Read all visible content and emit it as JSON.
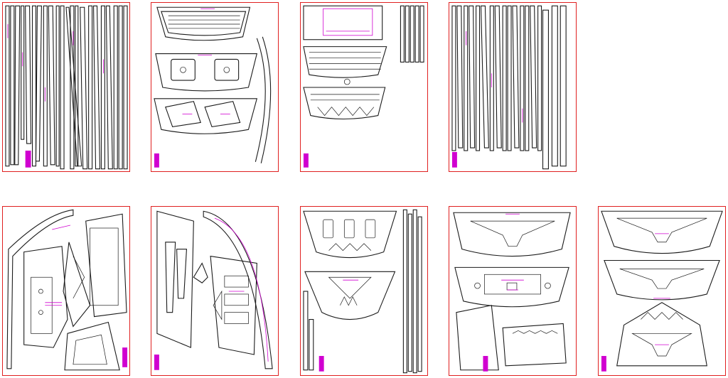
{
  "document": {
    "sheet_count": 9,
    "rows": 2,
    "frame_color": "#e02020",
    "cut_line_color": "#1a1a1a",
    "label_color": "#d000d0",
    "sheets": [
      {
        "id": "sheet-1",
        "row": 1,
        "col": 1,
        "content": "long-strips"
      },
      {
        "id": "sheet-2",
        "row": 1,
        "col": 2,
        "content": "curved-panels-with-slots"
      },
      {
        "id": "sheet-3",
        "row": 1,
        "col": 3,
        "content": "ribbed-panels-and-strips"
      },
      {
        "id": "sheet-4",
        "row": 1,
        "col": 4,
        "content": "long-strips"
      },
      {
        "id": "sheet-5",
        "row": 2,
        "col": 1,
        "content": "side-frames"
      },
      {
        "id": "sheet-6",
        "row": 2,
        "col": 2,
        "content": "side-frames"
      },
      {
        "id": "sheet-7",
        "row": 2,
        "col": 3,
        "content": "trusses-and-strips"
      },
      {
        "id": "sheet-8",
        "row": 2,
        "col": 4,
        "content": "truss-panels"
      },
      {
        "id": "sheet-9",
        "row": 2,
        "col": 5,
        "content": "truss-panels"
      }
    ]
  }
}
